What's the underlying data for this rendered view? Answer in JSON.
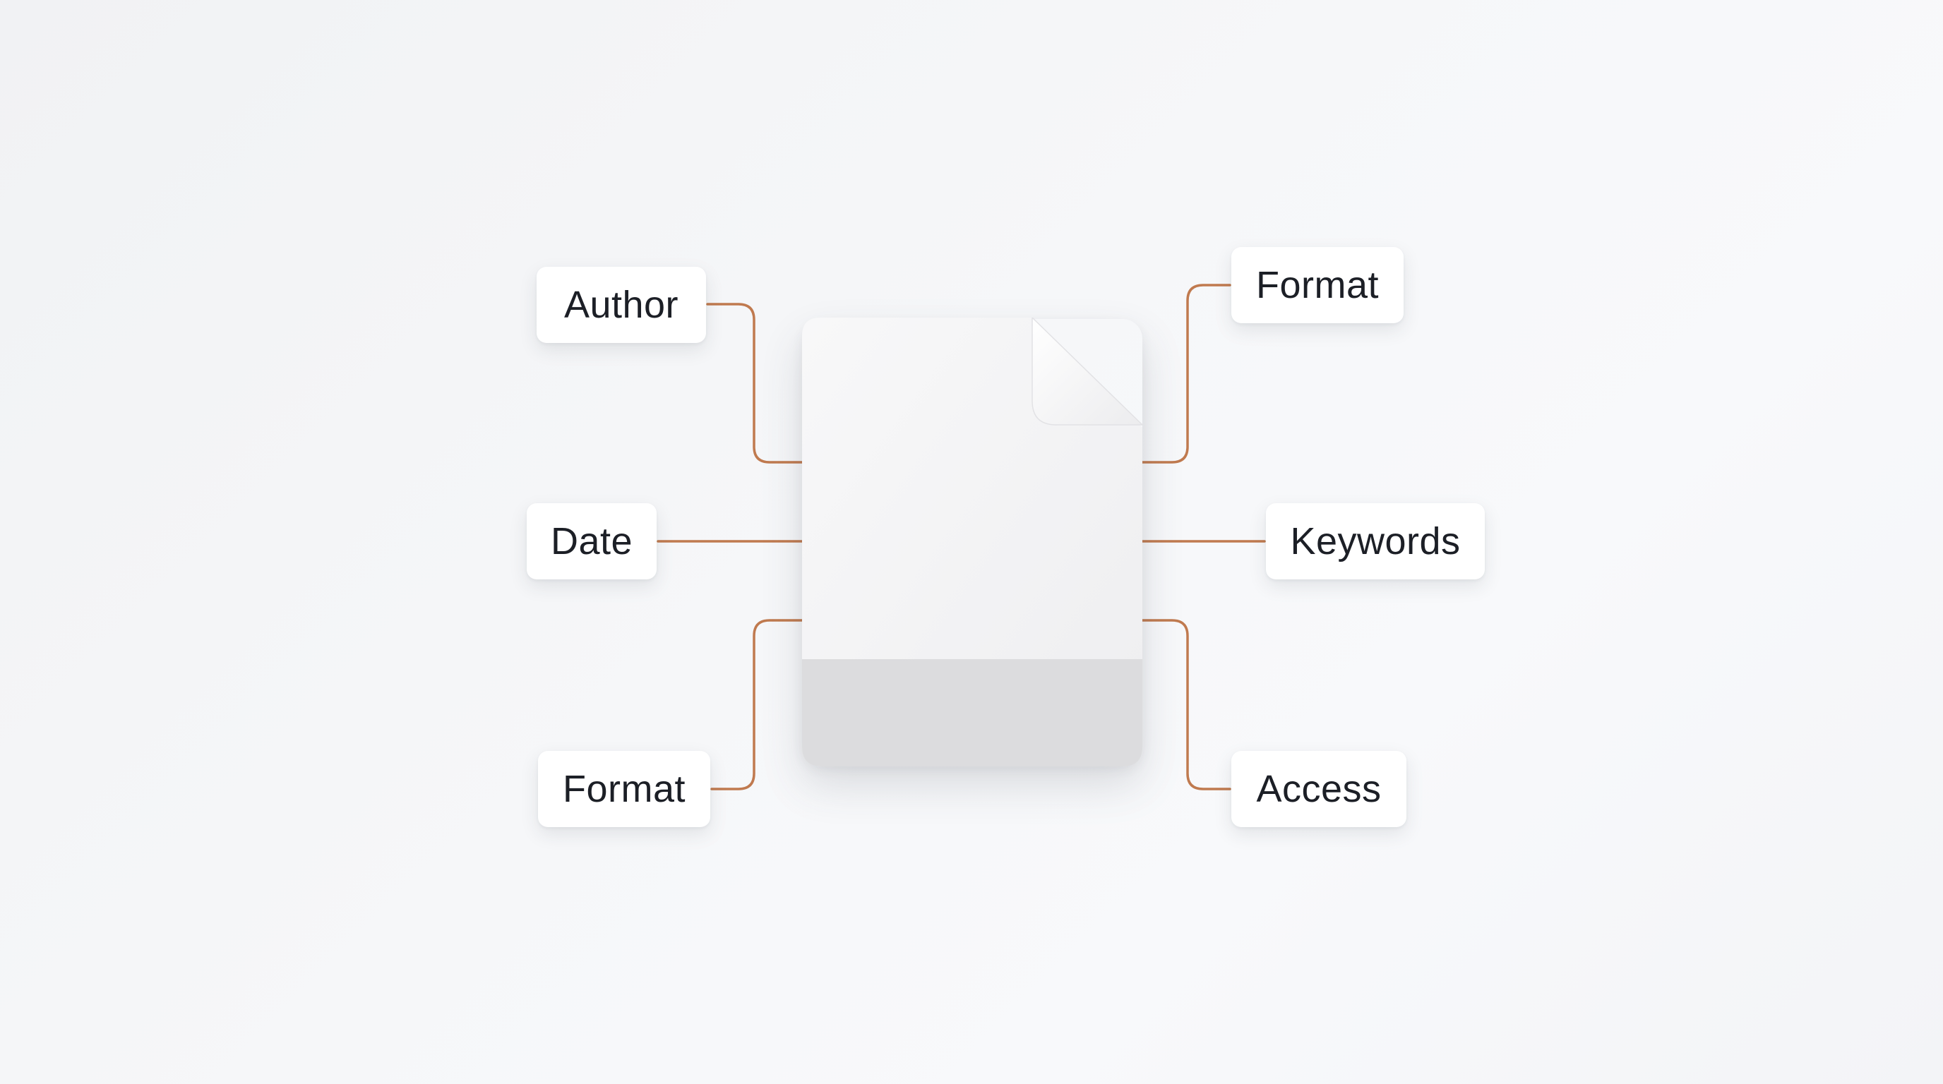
{
  "diagram": {
    "labels": {
      "author": "Author",
      "date": "Date",
      "format_left": "Format",
      "format_right": "Format",
      "keywords": "Keywords",
      "access": "Access"
    },
    "colors": {
      "connector": "#c07a4f",
      "card_background": "#ffffff",
      "text": "#1c1f26",
      "document_body": "#f3f3f4",
      "document_band": "#dcdcde"
    },
    "icon": "document-icon"
  }
}
